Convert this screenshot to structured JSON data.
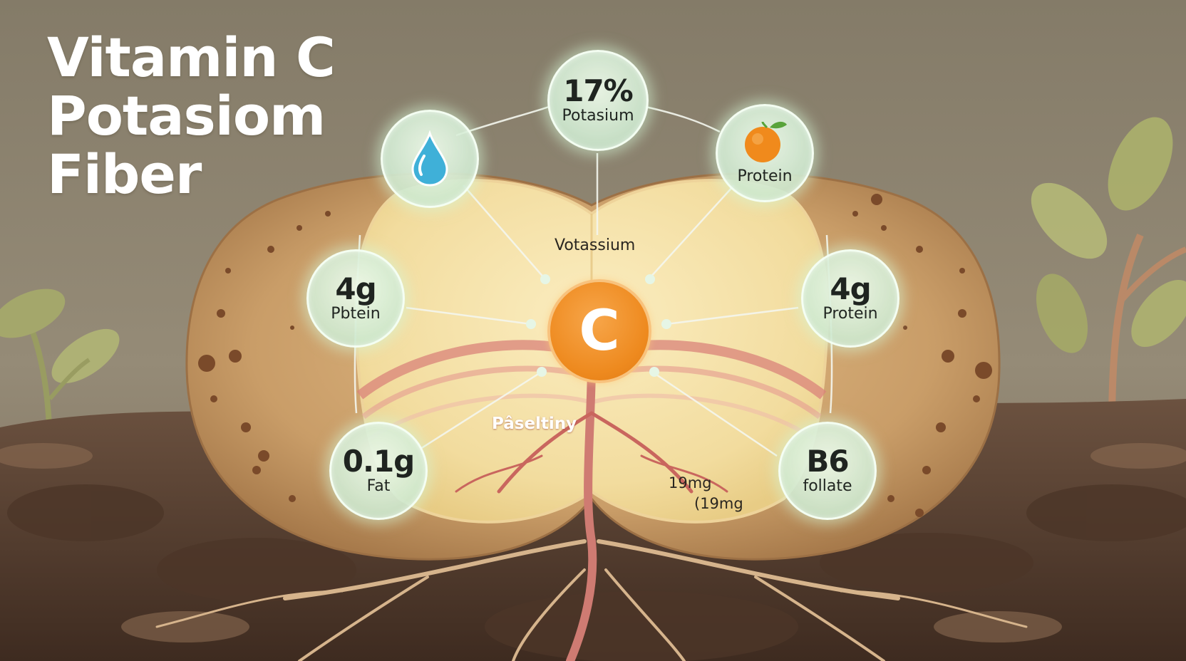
{
  "title_lines": [
    "Vitamin C",
    "Potasiom",
    "Fiber"
  ],
  "center_letter": "C",
  "bubbles": {
    "water": {
      "icon": "water-drop-icon"
    },
    "potassium_top": {
      "value": "17%",
      "label": "Potasium"
    },
    "orange": {
      "icon": "orange-fruit-icon",
      "label": "Protein"
    },
    "left_protein": {
      "value": "4g",
      "label": "Pbtein"
    },
    "right_protein": {
      "value": "4g",
      "label": "Protein"
    },
    "fat": {
      "value": "0.1g",
      "label": "Fat"
    },
    "b6": {
      "value": "B6",
      "label": "follate"
    }
  },
  "labels": {
    "votassium": "Votassium",
    "paseltiny": "Pâseltiny",
    "mg_1": "19mg",
    "mg_2": "(19mg"
  },
  "colors": {
    "background": "#8a8270",
    "potato_skin": "#c99d68",
    "potato_flesh": "#f4dfa2",
    "vitamin_c_orange": "#ee8a1f",
    "bubble_green": "#cfe8cf",
    "root": "#cf7b72",
    "soil": "#5b4332"
  }
}
